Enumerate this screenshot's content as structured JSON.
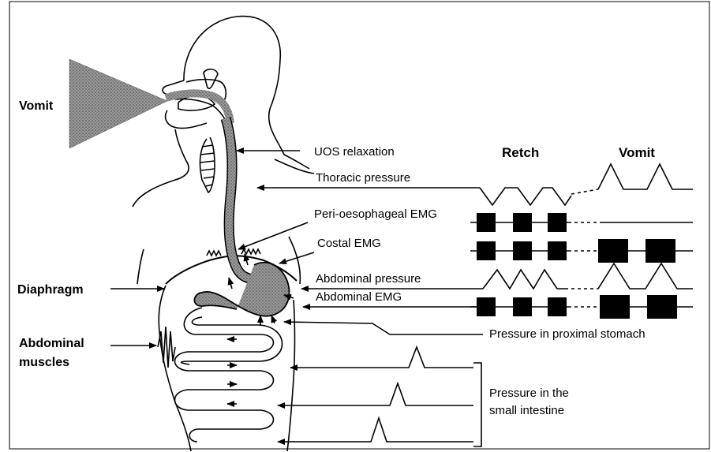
{
  "left_labels": {
    "vomit": "Vomit",
    "diaphragm": "Diaphragm",
    "abdominal_muscles_line1": "Abdominal",
    "abdominal_muscles_line2": "muscles"
  },
  "column_headers": {
    "retch": "Retch",
    "vomit": "Vomit"
  },
  "signal_labels": {
    "uos_relaxation": "UOS relaxation",
    "thoracic_pressure": "Thoracic pressure",
    "peri_oesophageal_emg": "Peri-oesophageal EMG",
    "costal_emg": "Costal EMG",
    "abdominal_pressure": "Abdominal pressure",
    "abdominal_emg": "Abdominal EMG",
    "pressure_proximal_stomach": "Pressure in proximal stomach",
    "small_intestine_line1": "Pressure in the",
    "small_intestine_line2": "small intestine"
  }
}
